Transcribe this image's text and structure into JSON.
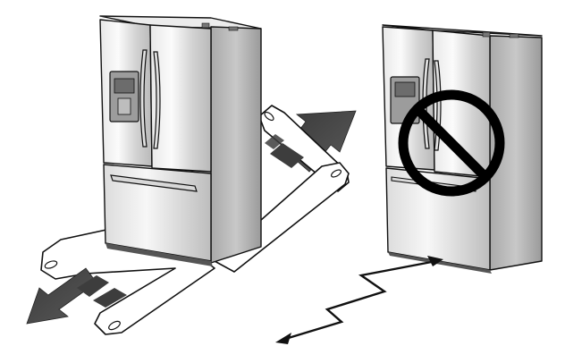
{
  "scene": {
    "left_panel": {
      "illustration": "refrigerator-on-sliding-boards",
      "correct": true,
      "boards": 2,
      "move_arrows": [
        "forward-arrow",
        "backward-arrow"
      ]
    },
    "right_panel": {
      "illustration": "refrigerator-walked-diagonally",
      "correct": false,
      "prohibition_icon": "no-symbol-icon",
      "path_icon": "zigzag-double-arrow-icon"
    }
  },
  "colors": {
    "background": "#ffffff",
    "outline": "#111111",
    "steel_light": "#f2f2f2",
    "steel_mid": "#c9c9c9",
    "steel_dark": "#8a8a8a",
    "arrow": "#4a4a4a",
    "board": "#ffffff"
  }
}
